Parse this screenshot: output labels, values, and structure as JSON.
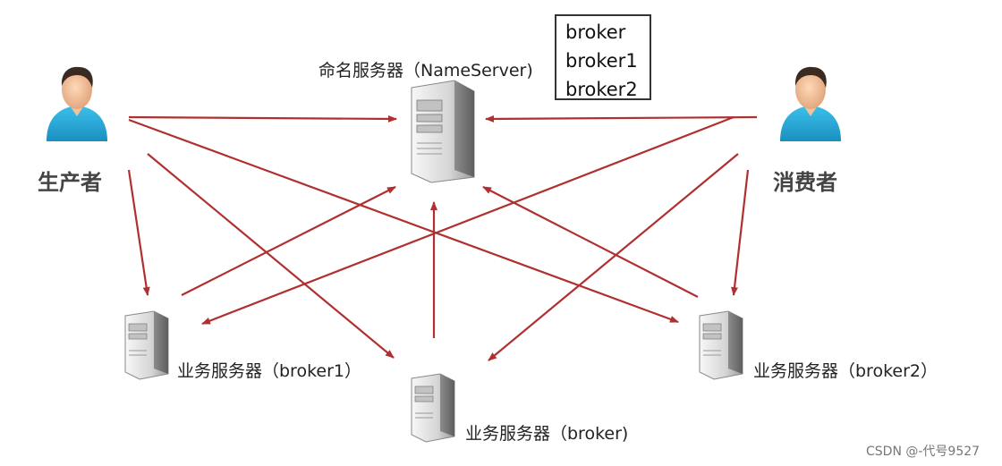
{
  "nameserver": {
    "label": "命名服务器（NameServer)"
  },
  "broker_list": [
    "broker",
    "broker1",
    "broker2"
  ],
  "producer": {
    "label": "生产者"
  },
  "consumer": {
    "label": "消费者"
  },
  "brokers": {
    "broker1": {
      "label": "业务服务器（broker1）"
    },
    "broker": {
      "label": "业务服务器（broker)"
    },
    "broker2": {
      "label": "业务服务器（broker2）"
    }
  },
  "watermark": "CSDN @-代号9527",
  "colors": {
    "arrow": "#b03030",
    "person_shirt": "#2aa8d8",
    "server": "#d9d9d9"
  }
}
